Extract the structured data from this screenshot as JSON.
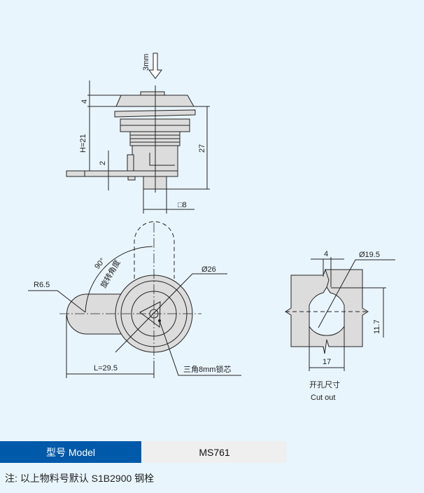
{
  "side_view": {
    "press_label": "3mm",
    "dim_top": "4",
    "dim_height": "H=21",
    "dim_plate": "2",
    "dim_total": "27",
    "dim_square": "□8"
  },
  "front_view": {
    "angle": "90°",
    "angle_caption": "旋转角度",
    "radius": "R6.5",
    "diameter": "Ø26",
    "length": "L=29.5",
    "core": "三角8mm锁芯"
  },
  "cutout": {
    "dim_notch": "4",
    "diameter": "Ø19.5",
    "dim_height": "11.7",
    "dim_width": "17",
    "caption_cn": "开孔尺寸",
    "caption_en": "Cut out"
  },
  "table": {
    "header": "型号 Model",
    "value": "MS761"
  },
  "note": "注:  以上物料号默认 S1B2900 钢栓"
}
